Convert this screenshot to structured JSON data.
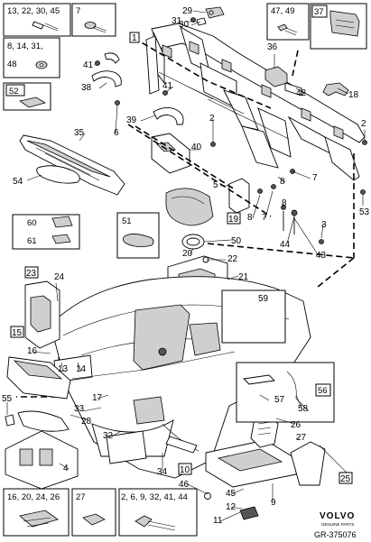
{
  "diagram": {
    "code": "GR-375076",
    "brand": "VOLVO",
    "brand_sub": "GENUINE PARTS",
    "inset_labels": {
      "top_left_bolts": "13, 22, 30, 45",
      "top_left_screw": "7",
      "top_left_washer": "8, 14, 31,\n48",
      "top_right_bolt": "47, 49",
      "top_right_clip": "37",
      "left_pad": "52",
      "left_clips": "60",
      "left_clip2": "61",
      "center_pad": "51",
      "bottom_clips": "16, 20, 24, 26",
      "bottom_nut": "27",
      "bottom_bolt": "2, 6, 9, 32, 41, 44"
    },
    "callouts": [
      "1",
      "2",
      "2",
      "3",
      "4",
      "5",
      "6",
      "7",
      "8",
      "8",
      "9",
      "10",
      "11",
      "12",
      "13",
      "14",
      "15",
      "16",
      "17",
      "18",
      "19",
      "20",
      "21",
      "22",
      "23",
      "24",
      "25",
      "26",
      "28",
      "29",
      "30",
      "31",
      "32",
      "33",
      "34",
      "35",
      "36",
      "37",
      "38",
      "39",
      "40",
      "41",
      "41",
      "42",
      "43",
      "44",
      "45",
      "46",
      "50",
      "53",
      "54",
      "55",
      "56",
      "57",
      "58",
      "59",
      "7",
      "8",
      "2"
    ]
  }
}
